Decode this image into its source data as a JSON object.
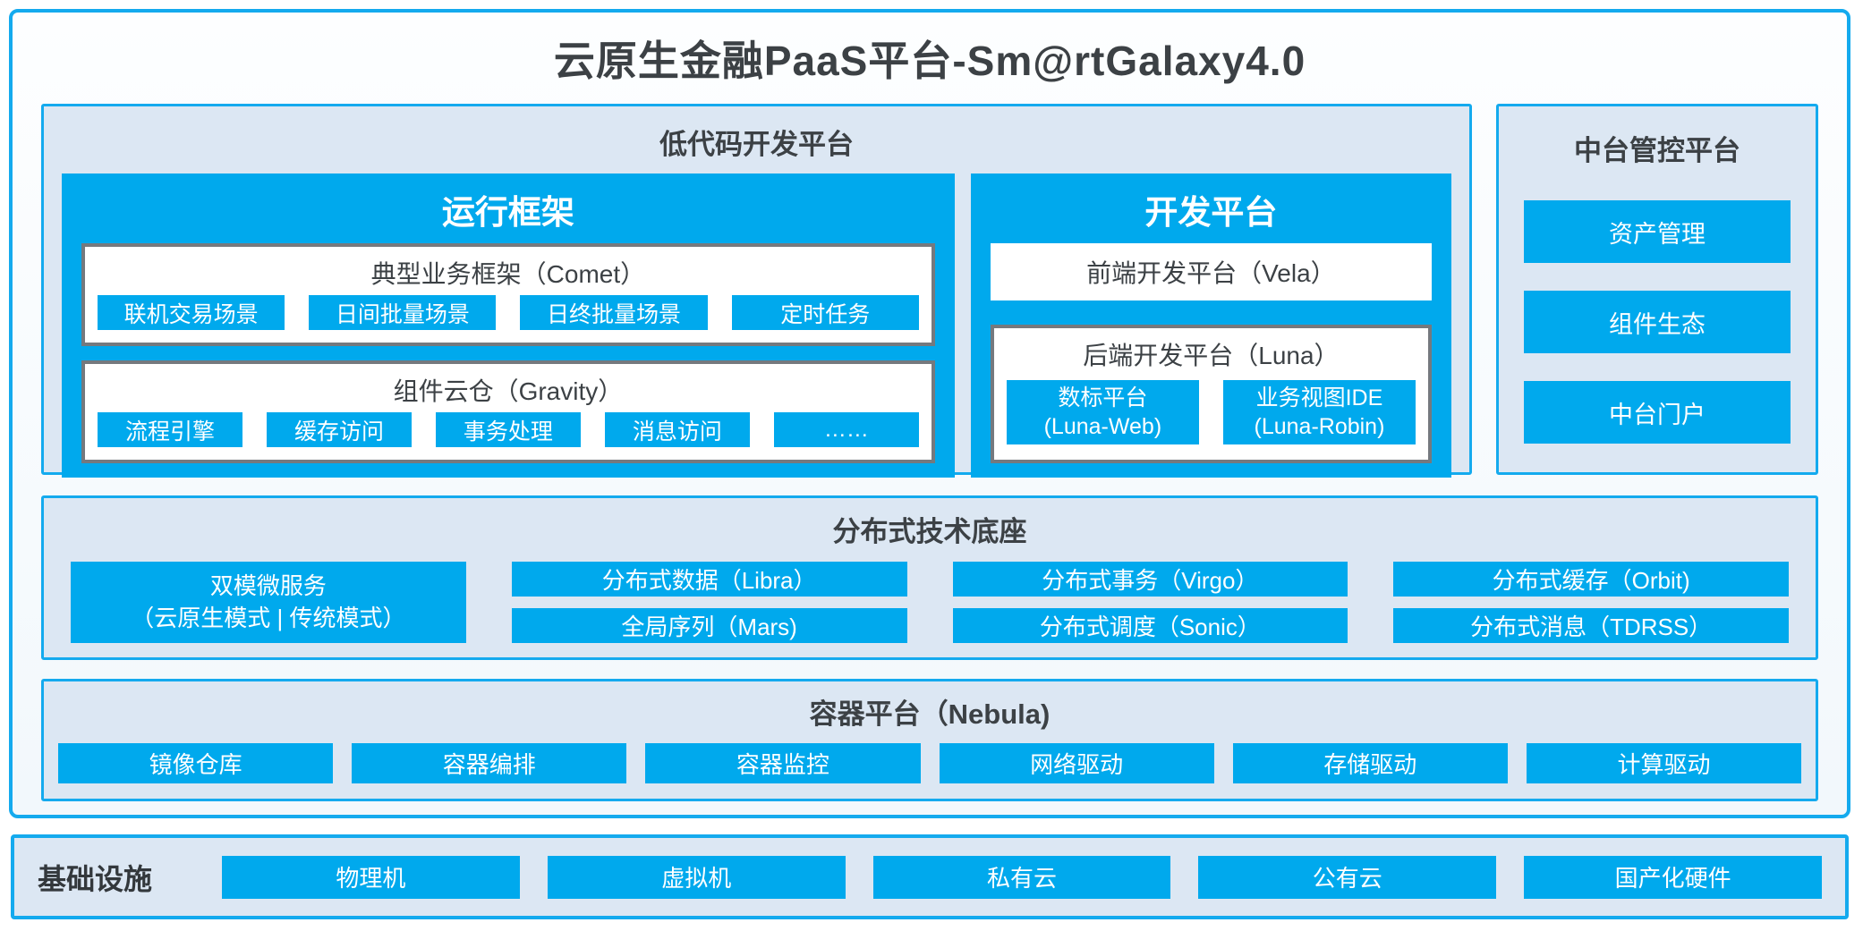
{
  "title": "云原生金融PaaS平台-Sm@rtGalaxy4.0",
  "colors": {
    "accent": "#00A9ED",
    "panel_border": "#14AAEE",
    "panel_bg": "#DCE7F3",
    "gray_box_border": "#75797E",
    "text_dark": "#3C4145",
    "chip_text": "#FFFFFF"
  },
  "low_code": {
    "title": "低代码开发平台",
    "runtime": {
      "title": "运行框架",
      "comet": {
        "title": "典型业务框架（Comet）",
        "chips": [
          "联机交易场景",
          "日间批量场景",
          "日终批量场景",
          "定时任务"
        ]
      },
      "gravity": {
        "title": "组件云仓（Gravity）",
        "chips": [
          "流程引擎",
          "缓存访问",
          "事务处理",
          "消息访问",
          "……"
        ]
      }
    },
    "dev": {
      "title": "开发平台",
      "vela": "前端开发平台（Vela）",
      "luna": {
        "title": "后端开发平台（Luna）",
        "chips": [
          {
            "line1": "数标平台",
            "line2": "(Luna-Web)"
          },
          {
            "line1": "业务视图IDE",
            "line2": "(Luna-Robin)"
          }
        ]
      }
    }
  },
  "midplatform": {
    "title": "中台管控平台",
    "items": [
      "资产管理",
      "组件生态",
      "中台门户"
    ]
  },
  "distributed": {
    "title": "分布式技术底座",
    "dual_mode": {
      "line1": "双模微服务",
      "line2": "（云原生模式 | 传统模式）"
    },
    "columns": [
      [
        "分布式数据（Libra）",
        "全局序列（Mars)"
      ],
      [
        "分布式事务（Virgo）",
        "分布式调度（Sonic）"
      ],
      [
        "分布式缓存（Orbit)",
        "分布式消息（TDRSS）"
      ]
    ]
  },
  "container": {
    "title": "容器平台（Nebula)",
    "chips": [
      "镜像仓库",
      "容器编排",
      "容器监控",
      "网络驱动",
      "存储驱动",
      "计算驱动"
    ]
  },
  "infrastructure": {
    "title": "基础设施",
    "chips": [
      "物理机",
      "虚拟机",
      "私有云",
      "公有云",
      "国产化硬件"
    ]
  }
}
